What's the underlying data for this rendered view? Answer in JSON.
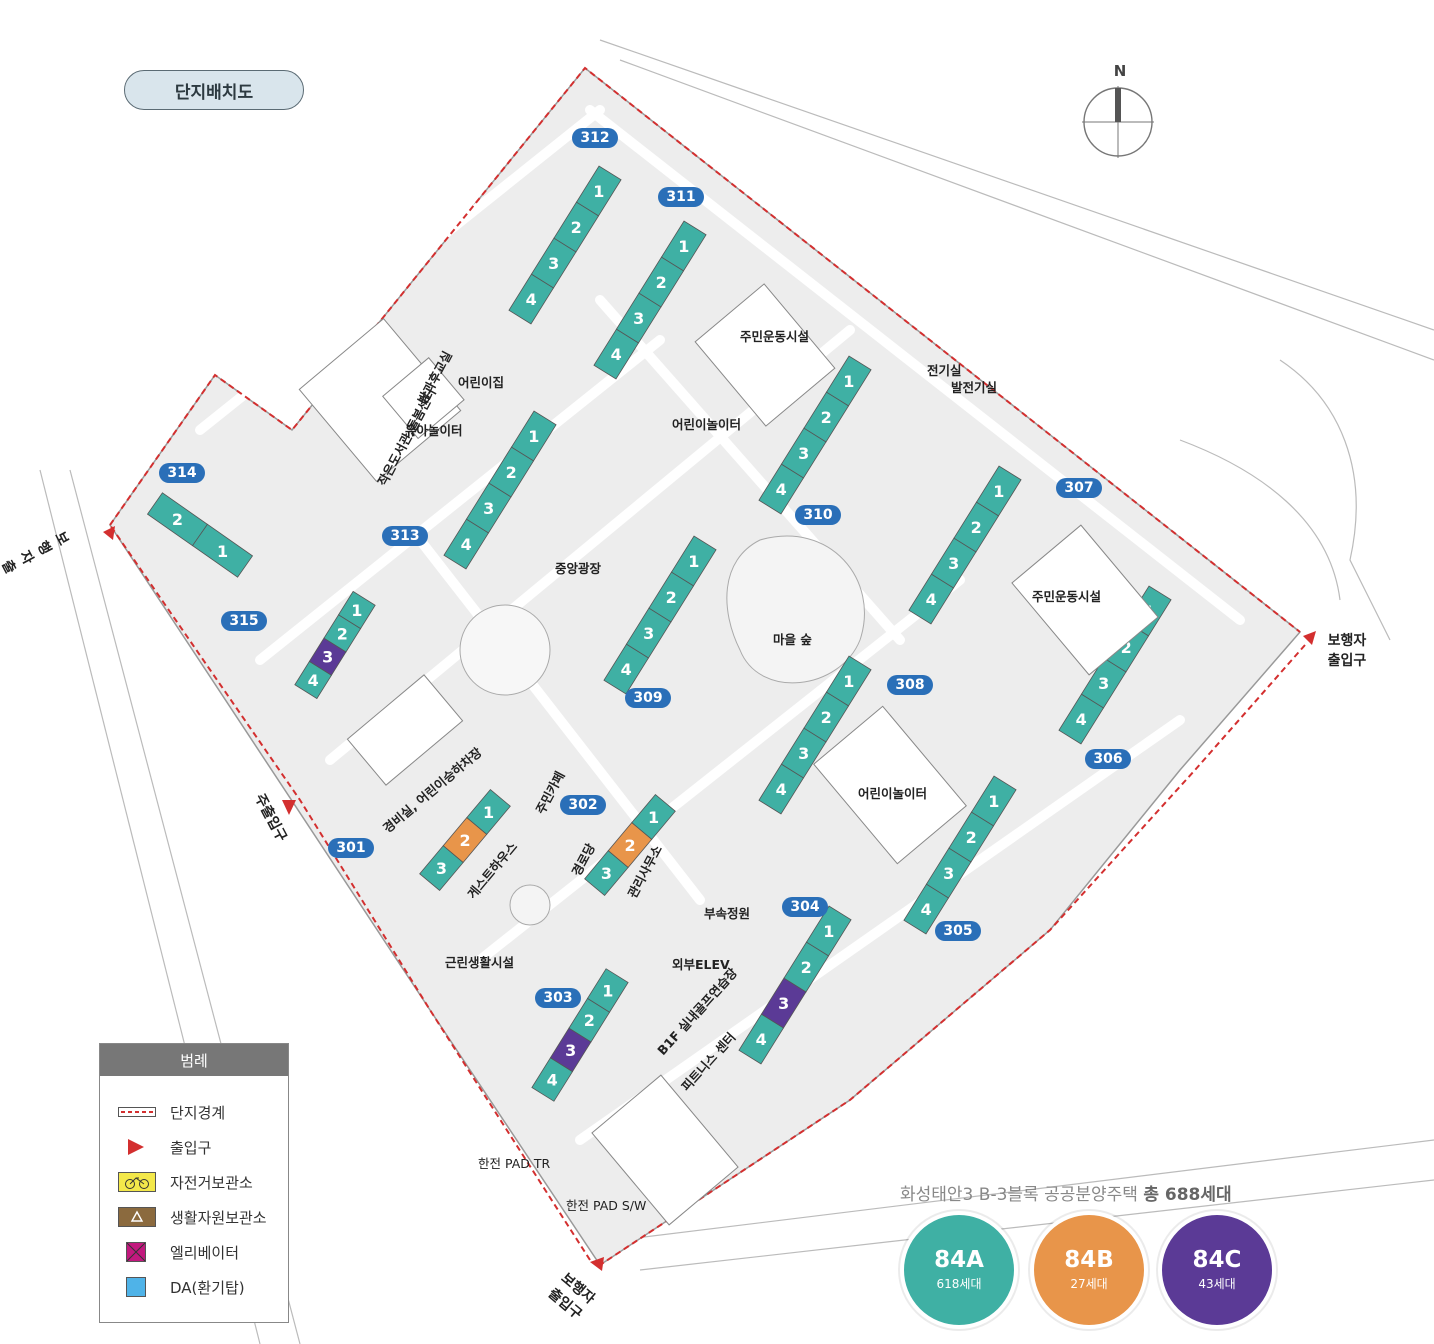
{
  "title": "단지배치도",
  "north_label": "N",
  "buildings": [
    {
      "id": "312"
    },
    {
      "id": "311"
    },
    {
      "id": "310"
    },
    {
      "id": "307"
    },
    {
      "id": "314"
    },
    {
      "id": "313"
    },
    {
      "id": "315"
    },
    {
      "id": "309"
    },
    {
      "id": "308"
    },
    {
      "id": "306"
    },
    {
      "id": "302"
    },
    {
      "id": "301"
    },
    {
      "id": "304"
    },
    {
      "id": "305"
    },
    {
      "id": "303"
    }
  ],
  "facilities": [
    "어린이집",
    "방과후교실",
    "작은도서관,돌봄센터",
    "유아놀이터",
    "주민운동시설",
    "어린이놀이터",
    "전기실",
    "발전기실",
    "중앙광장",
    "마을 숲",
    "주민운동시설",
    "어린이놀이터",
    "경비실, 어린이승하차장",
    "주민카페",
    "게스트하우스",
    "경로당",
    "관리사무소",
    "부속정원",
    "근린생활시설",
    "외부ELEV",
    "B1F 실내골프연습장",
    "피트니스 센터",
    "한전 PAD TR",
    "한전 PAD S/W"
  ],
  "entrances": {
    "pedestrian_left": "보행자 출입구",
    "pedestrian_right": "보행자 출입구",
    "pedestrian_bottom": "보행자 출입구",
    "main": "주출입구"
  },
  "legend": {
    "header": "범례",
    "items": [
      {
        "label": "단지경계",
        "icon": "boundary-line-icon",
        "color": "#d32f2f"
      },
      {
        "label": "출입구",
        "icon": "entrance-triangle-icon",
        "color": "#d32f2f"
      },
      {
        "label": "자전거보관소",
        "icon": "bicycle-icon",
        "color": "#f3e84a"
      },
      {
        "label": "생활자원보관소",
        "icon": "recycle-icon",
        "color": "#8b6a3e"
      },
      {
        "label": "엘리베이터",
        "icon": "elevator-icon",
        "color": "#c2187e"
      },
      {
        "label": "DA(환기탑)",
        "icon": "vent-tower-icon",
        "color": "#4fb3e8"
      }
    ]
  },
  "summary": {
    "prefix": "화성태안3 B-3블록 공공분양주택",
    "total_label": "총 688세대"
  },
  "unit_types": [
    {
      "name": "84A",
      "count": "618세대",
      "color": "#3fb0a4"
    },
    {
      "name": "84B",
      "count": "27세대",
      "color": "#e8954a"
    },
    {
      "name": "84C",
      "count": "43세대",
      "color": "#5b3a96"
    }
  ],
  "colors": {
    "building": "#3fb0a4",
    "unit_b": "#e8954a",
    "unit_c": "#5b3a96",
    "label_pill": "#2a6fb8",
    "boundary": "#d32f2f"
  }
}
